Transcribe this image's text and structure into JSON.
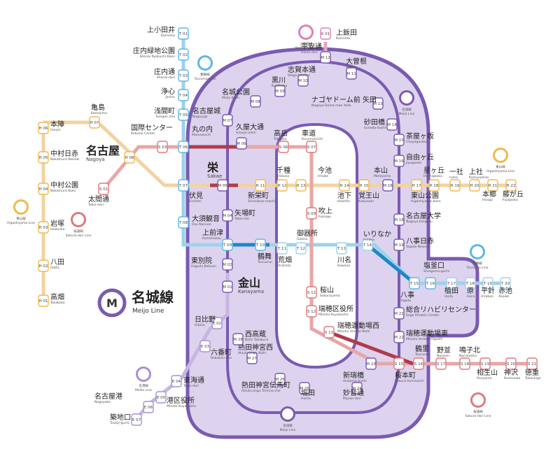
{
  "title": {
    "jp": "名城線",
    "en": "Meijo Line",
    "letter": "M"
  },
  "colors": {
    "meijo": "#7a5bb0",
    "meijo_fill": "#ddd3ee",
    "higashiyama": "#f2d3a0",
    "tsurumai": "#9ed2ea",
    "sakuradori": "#e8a6a6",
    "kamiiida": "#e9a0c8",
    "meiko": "#c7b6e2",
    "transfer_red": "#b23a4a",
    "transfer_blue": "#1c88c7"
  },
  "legends": [
    {
      "id": "meijo-top",
      "letter": "M",
      "jp": "名城線",
      "en": "Meijo Line",
      "color": "#7a5bb0"
    },
    {
      "id": "meijo-bottom",
      "letter": "M",
      "jp": "名城線",
      "en": "Meijo Line",
      "color": "#7a5bb0"
    },
    {
      "id": "kamiiida",
      "letter": "K",
      "jp": "上飯田線",
      "en": "Kamiiida Line",
      "color": "#e27eb4"
    },
    {
      "id": "tsurumai-left",
      "letter": "T",
      "jp": "鶴舞線",
      "en": "Tsurumai Line",
      "color": "#5bb8e4"
    },
    {
      "id": "tsurumai-right",
      "letter": "T",
      "jp": "鶴舞線",
      "en": "Tsurumai Line",
      "color": "#5bb8e4"
    },
    {
      "id": "higashiyama-left",
      "letter": "H",
      "jp": "東山線",
      "en": "Higashiyama Line",
      "color": "#f0b94a"
    },
    {
      "id": "higashiyama-right",
      "letter": "H",
      "jp": "東山線",
      "en": "Higashiyama Line",
      "color": "#f0b94a"
    },
    {
      "id": "sakura-left",
      "letter": "S",
      "jp": "桜通線",
      "en": "Sakura-dori Line",
      "color": "#e0787a"
    },
    {
      "id": "sakura-right",
      "letter": "S",
      "jp": "桜通線",
      "en": "Sakura-dori Line",
      "color": "#e0787a"
    },
    {
      "id": "meiko",
      "letter": "E",
      "jp": "名港線",
      "en": "Meiko Line",
      "color": "#a78fd6"
    }
  ],
  "stations": [
    {
      "jp": "上小田井",
      "en": "Kamiotai",
      "code": "T 01"
    },
    {
      "jp": "庄内緑地公園",
      "en": "Shonai Ryokuchi Koen",
      "code": "T 02"
    },
    {
      "jp": "庄内通",
      "en": "Shonai-dori",
      "code": "T 03"
    },
    {
      "jp": "浄心",
      "en": "Joshin",
      "code": "T 04"
    },
    {
      "jp": "浅間町",
      "en": "Sengen-cho",
      "code": "T 05"
    },
    {
      "jp": "丸の内",
      "en": "Marunouchi",
      "code": "T 06"
    },
    {
      "jp": "伏見",
      "en": "Fushimi",
      "code": "T 07"
    },
    {
      "jp": "大須観音",
      "en": "Osu Kannon",
      "code": "T 08"
    },
    {
      "jp": "上前津",
      "en": "Kamimaezu",
      "code": "T 09"
    },
    {
      "jp": "鶴舞",
      "en": "Tsurumai",
      "code": "T 10"
    },
    {
      "jp": "荒畑",
      "en": "Arahata",
      "code": "T 11"
    },
    {
      "jp": "御器所",
      "en": "Gokiso",
      "code": "T 12"
    },
    {
      "jp": "川名",
      "en": "Kawana",
      "code": "T 13"
    },
    {
      "jp": "いりなか",
      "en": "Irinaka",
      "code": "T 14"
    },
    {
      "jp": "八事",
      "en": "Yagoto",
      "code": "T 15"
    },
    {
      "jp": "塩釜口",
      "en": "Shiogama-guchi",
      "code": "T 16"
    },
    {
      "jp": "植田",
      "en": "Ueda",
      "code": "T 17"
    },
    {
      "jp": "原",
      "en": "Hara",
      "code": "T 18"
    },
    {
      "jp": "平針",
      "en": "Hirabari",
      "code": "T 19"
    },
    {
      "jp": "赤池",
      "en": "Akaike",
      "code": "T 20"
    },
    {
      "jp": "本陣",
      "en": "Honjin",
      "code": "H 06"
    },
    {
      "jp": "亀島",
      "en": "Kamejima",
      "code": "H 07"
    },
    {
      "jp": "中村日赤",
      "en": "Nakamura Nisseki",
      "code": "H 05"
    },
    {
      "jp": "中村公園",
      "en": "Nakamura Koen",
      "code": "H 04"
    },
    {
      "jp": "岩塚",
      "en": "Iwatsuka",
      "code": "H 03"
    },
    {
      "jp": "八田",
      "en": "Hatta",
      "code": "H 02"
    },
    {
      "jp": "高畑",
      "en": "Takabata",
      "code": "H 01"
    },
    {
      "jp": "名古屋",
      "en": "Nagoya",
      "code": "H 08"
    },
    {
      "jp": "国際センター",
      "en": "Kokusai Center",
      "code": "S 03"
    },
    {
      "jp": "太閤通",
      "en": "Taiko-dori",
      "code": "S 01"
    },
    {
      "jp": "栄",
      "en": "Sakae",
      "code": "M 05"
    },
    {
      "jp": "新栄町",
      "en": "Shinsakae-machi",
      "code": "H 11"
    },
    {
      "jp": "千種",
      "en": "Chikusa",
      "code": "H 12"
    },
    {
      "jp": "今池",
      "en": "Imaike",
      "code": "H 13"
    },
    {
      "jp": "池下",
      "en": "Ikeshita",
      "code": "H 14"
    },
    {
      "jp": "覚王山",
      "en": "Kakuozan",
      "code": "H 15"
    },
    {
      "jp": "本山",
      "en": "Motoyama",
      "code": "M 16"
    },
    {
      "jp": "東山公園",
      "en": "Higashiyama Koen",
      "code": "H 17"
    },
    {
      "jp": "星ヶ丘",
      "en": "Hoshigaoka",
      "code": "H 18"
    },
    {
      "jp": "一社",
      "en": "Issha",
      "code": "H 19"
    },
    {
      "jp": "上社",
      "en": "Kamiyashiro",
      "code": "H 20"
    },
    {
      "jp": "本郷",
      "en": "Hongo",
      "code": "H 21"
    },
    {
      "jp": "藤が丘",
      "en": "Fujigaoka",
      "code": "H 22"
    },
    {
      "jp": "高岳",
      "en": "Takaoka",
      "code": "S 06"
    },
    {
      "jp": "車道",
      "en": "Kurumamichi",
      "code": "S 07"
    },
    {
      "jp": "吹上",
      "en": "Fukiage",
      "code": "S 09"
    },
    {
      "jp": "桜山",
      "en": "Sakurayama",
      "code": "S 11"
    },
    {
      "jp": "瑞穂区役所",
      "en": "Mizuho Kuyakusho",
      "code": "S 12"
    },
    {
      "jp": "瑞穂運動場西",
      "en": "Mizuho Undojo Nishi",
      "code": "S 13"
    },
    {
      "jp": "新瑞橋",
      "en": "Aratama-bashi",
      "code": "M 23"
    },
    {
      "jp": "桜本町",
      "en": "Sakura-hommachi",
      "code": "S 15"
    },
    {
      "jp": "鶴里",
      "en": "Tsurusato",
      "code": "S 16"
    },
    {
      "jp": "野並",
      "en": "Nonami",
      "code": "S 17"
    },
    {
      "jp": "鳴子北",
      "en": "Narukokita",
      "code": "S 18"
    },
    {
      "jp": "相生山",
      "en": "Aioiyama",
      "code": "S 19"
    },
    {
      "jp": "神沢",
      "en": "Kamisawa",
      "code": "S 20"
    },
    {
      "jp": "徳重",
      "en": "Tokushige",
      "code": "S 21"
    },
    {
      "jp": "上飯田",
      "en": "Kamiiida",
      "code": "K 01"
    },
    {
      "jp": "平安通",
      "en": "Heian-dori",
      "code": "M 12"
    },
    {
      "jp": "大曽根",
      "en": "Ozone",
      "code": "M 11"
    },
    {
      "jp": "志賀本通",
      "en": "Shiga-hondori",
      "code": "M 10"
    },
    {
      "jp": "黒川",
      "en": "Kurokawa",
      "code": "M 09"
    },
    {
      "jp": "名城公園",
      "en": "Meijo Koen",
      "code": "M 08"
    },
    {
      "jp": "名古屋城",
      "en": "Nagoyajo",
      "code": "M 07"
    },
    {
      "jp": "久屋大通",
      "en": "Hisaya-odori",
      "code": "M 06"
    },
    {
      "jp": "ナゴヤドーム前 矢田",
      "en": "Nagoya Dome-mae Yada",
      "code": "M 13"
    },
    {
      "jp": "砂田橋",
      "en": "Sunada-bashi",
      "code": "M 14"
    },
    {
      "jp": "茶屋ヶ坂",
      "en": "Chayagasaka",
      "code": "M 15"
    },
    {
      "jp": "自由ヶ丘",
      "en": "Jiyugaoka",
      "code": "M 16"
    },
    {
      "jp": "名古屋大学",
      "en": "Nagoya Daigaku",
      "code": "M 18"
    },
    {
      "jp": "八事日赤",
      "en": "Yagoto Nisseki",
      "code": "M 19"
    },
    {
      "jp": "総合リハビリセンター",
      "en": "Sogo Rihabiri Center",
      "code": "M 21"
    },
    {
      "jp": "瑞穂運動場東",
      "en": "Mizuho Undojo Higashi",
      "code": "M 22"
    },
    {
      "jp": "妙音通",
      "en": "Myoon-dori",
      "code": "M 24"
    },
    {
      "jp": "堀田",
      "en": "Horita",
      "code": "M 25"
    },
    {
      "jp": "熱田神宮伝馬町",
      "en": "Atsuta Jingu Temma-cho",
      "code": "M 26"
    },
    {
      "jp": "熱田神宮西",
      "en": "Atsuta Jingu Nishi",
      "code": "M 27"
    },
    {
      "jp": "西高蔵",
      "en": "Nishi Takakura",
      "code": "M 28"
    },
    {
      "jp": "矢場町",
      "en": "Yaba-cho",
      "code": "M 04"
    },
    {
      "jp": "東別院",
      "en": "Higashi Betsuin",
      "code": "M 02"
    },
    {
      "jp": "金山",
      "en": "Kanayama",
      "code": "M 01"
    },
    {
      "jp": "日比野",
      "en": "Hibino",
      "code": "E 02"
    },
    {
      "jp": "六番町",
      "en": "Rokuban-cho",
      "code": "E 03"
    },
    {
      "jp": "東海通",
      "en": "Tokai-dori",
      "code": "E 04"
    },
    {
      "jp": "港区役所",
      "en": "Minato Kuyakusho",
      "code": "E 05"
    },
    {
      "jp": "築地口",
      "en": "Tsukiji-guchi",
      "code": "E 06"
    },
    {
      "jp": "名古屋港",
      "en": "Nagoyako",
      "code": "E 07"
    }
  ]
}
